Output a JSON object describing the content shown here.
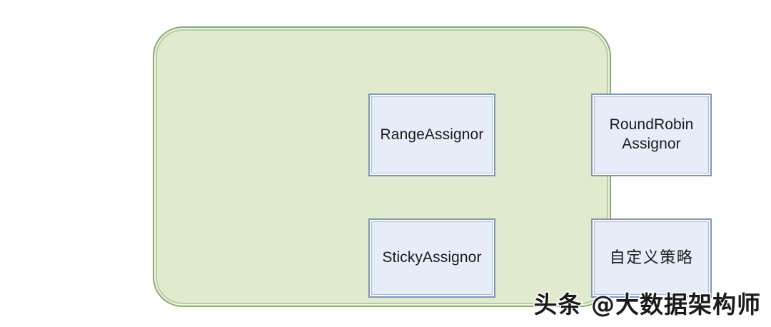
{
  "diagram": {
    "container": {
      "name": "assignor-group",
      "fill_color": "#dfeacf",
      "border_color": "#8aab6b"
    },
    "nodes": [
      {
        "id": "range-assignor",
        "label": "RangeAssignor",
        "fill_color": "#e6edf9",
        "border_color": "#8094b8"
      },
      {
        "id": "roundrobin-assignor",
        "label": "RoundRobin\nAssignor",
        "fill_color": "#e6edf9",
        "border_color": "#8094b8"
      },
      {
        "id": "sticky-assignor",
        "label": "StickyAssignor",
        "fill_color": "#e6edf9",
        "border_color": "#8094b8"
      },
      {
        "id": "custom-strategy",
        "label": "自定义策略",
        "fill_color": "#e6edf9",
        "border_color": "#8094b8"
      }
    ]
  },
  "watermark": {
    "text": "头条 @大数据架构师"
  }
}
